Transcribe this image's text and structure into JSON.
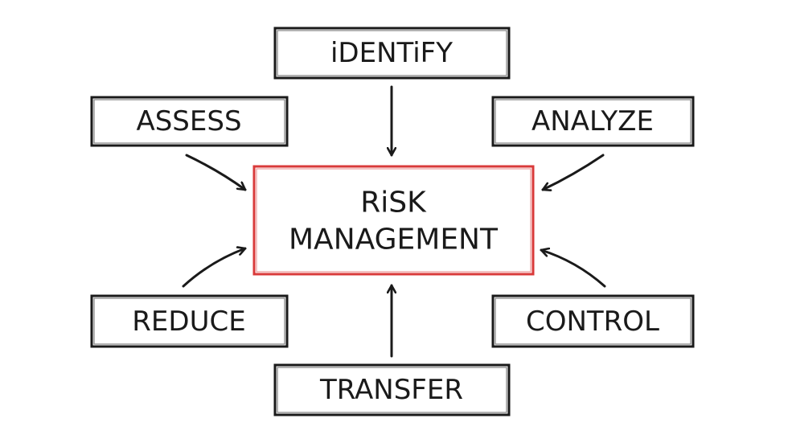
{
  "colors": {
    "ink": "#1a1a1a",
    "accent": "#d93a3a",
    "background": "#ffffff"
  },
  "center": {
    "line1": "RiSK",
    "line2": "MANAGEMENT"
  },
  "nodes": {
    "identify": "iDENTiFY",
    "assess": "ASSESS",
    "analyze": "ANALYZE",
    "reduce": "REDUCE",
    "control": "CONTROL",
    "transfer": "TRANSFER"
  }
}
